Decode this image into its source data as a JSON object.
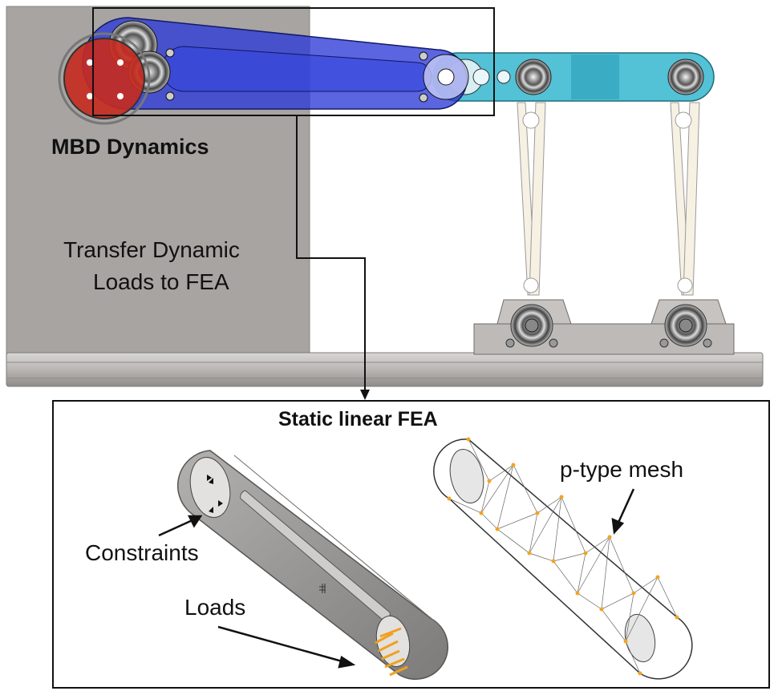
{
  "labels": {
    "mbd": "MBD Dynamics",
    "transfer_line1": "Transfer Dynamic",
    "transfer_line2": "Loads to FEA",
    "fea_title": "Static linear FEA",
    "mesh": "p-type mesh",
    "constraints": "Constraints",
    "loads": "Loads"
  },
  "colors": {
    "wall": "#a5a2a0",
    "floor": "#c9c6c3",
    "crank_red": "#c0281e",
    "link_blue": "#2c3bd6",
    "link_cyan": "#2fb3cc",
    "part_gray": "#8e8c8a",
    "load_orange": "#f3a41f",
    "outline": "#111111"
  }
}
